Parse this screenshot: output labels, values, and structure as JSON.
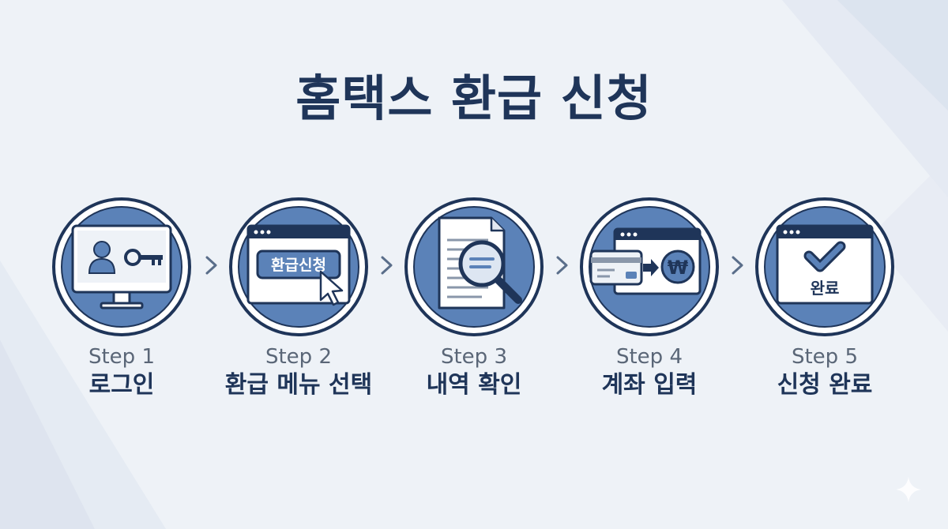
{
  "title": "홈택스 환급 신청",
  "steps": [
    {
      "num": "Step 1",
      "label": "로그인",
      "icon": "monitor-user-key-icon"
    },
    {
      "num": "Step 2",
      "label": "환급 메뉴 선택",
      "icon": "browser-button-cursor-icon",
      "button_text": "환급신청"
    },
    {
      "num": "Step 3",
      "label": "내역 확인",
      "icon": "document-magnifier-icon"
    },
    {
      "num": "Step 4",
      "label": "계좌 입력",
      "icon": "card-to-won-icon",
      "currency": "₩"
    },
    {
      "num": "Step 5",
      "label": "신청 완료",
      "icon": "browser-check-icon",
      "status_text": "완료"
    }
  ],
  "colors": {
    "title": "#1f3559",
    "circle_fill": "#5b82b8",
    "ring": "#ffffff",
    "outline": "#1f3559",
    "step_num": "#5a6677",
    "chevron": "#5a6e8a"
  }
}
